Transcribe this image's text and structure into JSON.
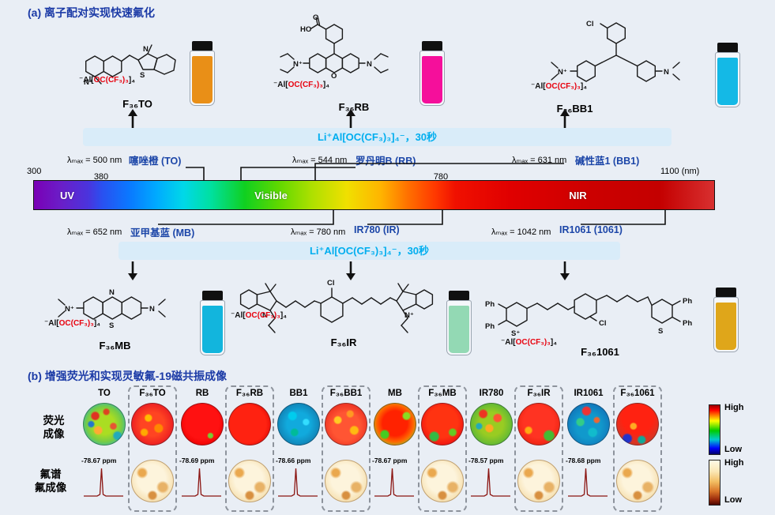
{
  "colors": {
    "background": "#e9eef5",
    "title_blue": "#1b3aa6",
    "dye_name_blue": "#1c46a8",
    "banner_text": "#00aeef",
    "banner_bg": "#d9ecf9",
    "highlight_red": "#e8000d",
    "nmr_peak": "#8b1512"
  },
  "panel_a": {
    "title": "(a) 离子配对实现快速氟化",
    "banners": [
      "Li⁺Al[OC(CF₃)₃]₄⁻，30秒",
      "Li⁺Al[OC(CF₃)₃]₄⁻，30秒"
    ],
    "counterion": {
      "pre": "⁻Al[",
      "highlight": "OC(CF₃)₃",
      "post": "]₄"
    },
    "top_dyes": [
      {
        "lambda": "λₘₐₓ = 500 nm",
        "name": "噻唑橙 (TO)",
        "product": "F₃₆TO",
        "vial_color": "#e98f17"
      },
      {
        "lambda": "λₘₐₓ = 544 nm",
        "name": "罗丹明B (RB)",
        "product": "F₃₆RB",
        "vial_color": "#f50f9b"
      },
      {
        "lambda": "λₘₐₓ = 631 nm",
        "name": "碱性蓝1 (BB1)",
        "product": "F₃₆BB1",
        "vial_color": "#14b9e6"
      }
    ],
    "bottom_dyes": [
      {
        "lambda": "λₘₐₓ = 652 nm",
        "name": "亚甲基蓝 (MB)",
        "product": "F₃₆MB",
        "vial_color": "#12b5dd"
      },
      {
        "lambda": "λₘₐₓ = 780 nm",
        "name": "IR780 (IR)",
        "product": "F₃₆IR",
        "vial_color": "#93d9b4"
      },
      {
        "lambda": "λₘₐₓ = 1042 nm",
        "name": "IR1061 (1061)",
        "product": "F₃₆1061",
        "vial_color": "#dfa61a"
      }
    ],
    "spectrum": {
      "ticks": {
        "t300": "300",
        "t380": "380",
        "t780": "780",
        "t1100": "1100 (nm)"
      },
      "regions": {
        "uv": "UV",
        "visible": "Visible",
        "nir": "NIR"
      }
    },
    "atoms": {
      "to": {
        "n_plus": "N⁺",
        "n": "N",
        "s": "S"
      },
      "rb": {
        "ho": "HO",
        "o_carbonyl": "O",
        "o_ring": "O",
        "n_plus": "N⁺",
        "n": "N"
      },
      "bb1": {
        "cl": "Cl",
        "n_plus": "N⁺",
        "n": "N"
      },
      "mb": {
        "n_ring": "N",
        "s_ring": "S",
        "n_plus": "N⁺",
        "n": "N"
      },
      "ir": {
        "cl": "Cl",
        "n_left": "N",
        "n_right": "N⁺"
      },
      "d1061": {
        "cl": "Cl",
        "s_plus": "S⁺",
        "s": "S",
        "ph1": "Ph",
        "ph2": "Ph",
        "ph3": "Ph",
        "ph4": "Ph"
      }
    }
  },
  "panel_b": {
    "title": "(b) 增强荧光和实现灵敏氟-19磁共振成像",
    "row_labels": {
      "fluorescence": [
        "荧光",
        "成像"
      ],
      "fluorine": [
        "氟谱",
        "氟成像"
      ]
    },
    "columns": [
      {
        "header": "TO",
        "ppm": "-78.67 ppm"
      },
      {
        "header": "F₃₆TO"
      },
      {
        "header": "RB",
        "ppm": "-78.69 ppm"
      },
      {
        "header": "F₃₆RB"
      },
      {
        "header": "BB1",
        "ppm": "-78.66 ppm"
      },
      {
        "header": "F₃₆BB1"
      },
      {
        "header": "MB",
        "ppm": "-78.67 ppm"
      },
      {
        "header": "F₃₆MB"
      },
      {
        "header": "IR780",
        "ppm": "-78.57 ppm"
      },
      {
        "header": "F₃₆IR"
      },
      {
        "header": "IR1061",
        "ppm": "-78.68 ppm"
      },
      {
        "header": "F₃₆1061"
      }
    ],
    "colorbars": {
      "fluorescence": {
        "high": "High",
        "low": "Low"
      },
      "fluorine": {
        "high": "High",
        "low": "Low"
      }
    }
  }
}
